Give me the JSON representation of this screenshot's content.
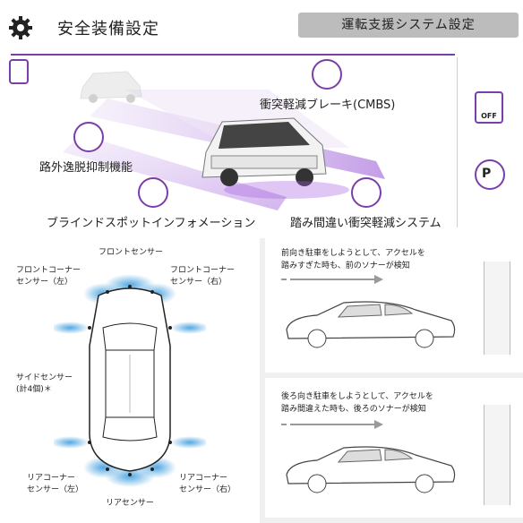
{
  "header": {
    "title": "安全装備設定",
    "system_button_label": "運転支援システム設定",
    "icon": "gear-icon"
  },
  "features": {
    "cmbs": "衝突軽減ブレーキ(CMBS)",
    "road_departure": "路外逸脱抑制機能",
    "blind_spot": "ブラインドスポットインフォメーション",
    "pedal_misapplication": "踏み間違い衝突軽減システム"
  },
  "side_icons": {
    "vsa_off": "OFF",
    "parking_sensor": "P"
  },
  "sensors": {
    "front": "フロントセンサー",
    "front_corner_left": "フロントコーナーセンサー（左）",
    "front_corner_right": "フロントコーナーセンサー（右）",
    "side": "サイドセンサー(計4個)＊",
    "rear_corner_left": "リアコーナーセンサー（左）",
    "rear_corner_right": "リアコーナーセンサー（右）",
    "rear": "リアセンサー",
    "front_corner_left_l1": "フロントコーナー",
    "front_corner_left_l2": "センサー（左）",
    "front_corner_right_l1": "フロントコーナー",
    "front_corner_right_l2": "センサー（右）",
    "side_l1": "サイドセンサー",
    "side_l2": "(計4個)＊",
    "rear_corner_left_l1": "リアコーナー",
    "rear_corner_left_l2": "センサー（左）",
    "rear_corner_right_l1": "リアコーナー",
    "rear_corner_right_l2": "センサー（右）"
  },
  "notes": {
    "forward_l1": "前向き駐車をしようとして、アクセルを",
    "forward_l2": "踏みすぎた時も、前のソナーが検知",
    "reverse_l1": "後ろ向き駐車をしようとして、アクセルを",
    "reverse_l2": "踏み間違えた時も、後ろのソナーが検知"
  },
  "colors": {
    "accent": "#7a3ea8",
    "sensor_blue": "#4aa3e0",
    "button_gray": "#bcbcbc"
  }
}
